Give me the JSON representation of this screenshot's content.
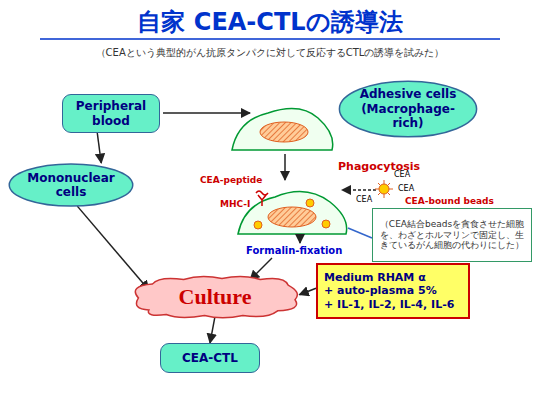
{
  "diagram": {
    "title": "自家 CEA-CTLの誘導法",
    "nodes": [
      {
        "text": [
          "Peripheral blood"
        ]
      },
      {
        "text": [
          "Adhesive cells (Macrophage-rich)"
        ]
      },
      {
        "text": [
          "Mononuclear cells"
        ]
      },
      {
        "text": [
          "（CEA結合beadsを貪食させた細胞を、わざとホルマリンで固定し、生きているがん細胞の代わりにした）"
        ]
      },
      {
        "text": [
          "Culture"
        ]
      },
      {
        "text": [
          "Medium RHAM α",
          "+ auto-plasma 5%",
          "+ IL-1, IL-2, IL-4, IL-6"
        ]
      },
      {
        "text": [
          "CEA-CTL"
        ]
      }
    ],
    "edges": [
      {
        "from": 0,
        "to": 2,
        "arrow": "to"
      },
      {
        "from": 2,
        "to": 4,
        "arrow": "to"
      },
      {
        "from": 5,
        "to": 4,
        "arrow": "to"
      },
      {
        "from": 4,
        "to": 6,
        "arrow": "to"
      }
    ],
    "labels": [
      "（CEAという典型的がん抗原タンパクに対して反応するCTLの誘導を試みた）",
      "Phagocytosis",
      "CEA-peptide",
      "MHC-I",
      "CEA",
      "CEA",
      "CEA",
      "CEA-bound beads",
      "Formalin-fixation"
    ]
  }
}
